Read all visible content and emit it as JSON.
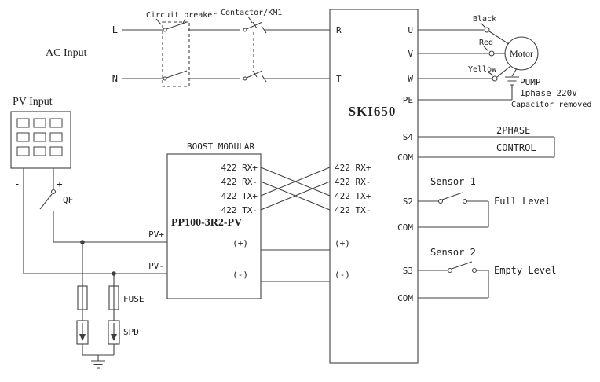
{
  "labels": {
    "ac_input": "AC Input",
    "line_l": "L",
    "line_n": "N",
    "circuit_breaker": "Circuit breaker",
    "contactor": "Contactor/KM1",
    "inverter_model": "SKI650",
    "term_r": "R",
    "term_t": "T",
    "term_u": "U",
    "term_v": "V",
    "term_w": "W",
    "term_pe": "PE",
    "term_s4": "S4",
    "term_com": "COM",
    "term_s2": "S2",
    "term_s3": "S3",
    "wire_black": "Black",
    "wire_red": "Red",
    "wire_yellow": "Yellow",
    "motor": "Motor",
    "pump_line1": "PUMP",
    "pump_line2": "1phase 220V",
    "pump_line3": "Capacitor removed",
    "phase_control_line1": "2PHASE",
    "phase_control_line2": "CONTROL",
    "sensor1": "Sensor 1",
    "full_level": "Full Level",
    "sensor2": "Sensor 2",
    "empty_level": "Empty Level",
    "pv_input": "PV Input",
    "pole_minus": "-",
    "pole_plus": "+",
    "qf": "QF",
    "fuse": "FUSE",
    "spd": "SPD",
    "boost_title": "BOOST MODULAR",
    "boost_model": "PP100-3R2-PV",
    "boost_rx_plus": "422 RX+",
    "boost_rx_minus": "422 RX-",
    "boost_tx_plus": "422 TX+",
    "boost_tx_minus": "422 TX-",
    "ski_rx_plus": "422 RX+",
    "ski_rx_minus": "422 RX-",
    "ski_tx_plus": "422 TX+",
    "ski_tx_minus": "422 TX-",
    "boost_pv_plus": "PV+",
    "boost_pv_minus": "PV-",
    "boost_dc_plus": "(+)",
    "boost_dc_minus": "(-)",
    "ski_dc_plus": "(+)",
    "ski_dc_minus": "(-)"
  },
  "colors": {
    "line": "#3f3f3f",
    "text": "#222222",
    "background": "#ffffff"
  }
}
